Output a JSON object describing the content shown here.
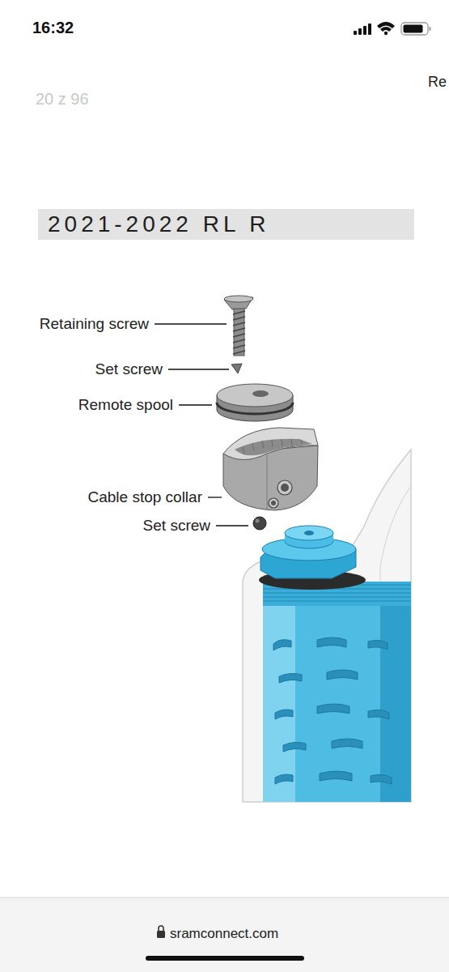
{
  "diagram": {
    "nodes": [
      {
        "text": [
          "2021-2022 RL R"
        ]
      }
    ],
    "labels": [
      "16:32",
      "20 z 96",
      "Re",
      "Retaining screw",
      "Set screw",
      "Remote spool",
      "Cable stop collar",
      "Set screw",
      "sramconnect.com"
    ]
  }
}
